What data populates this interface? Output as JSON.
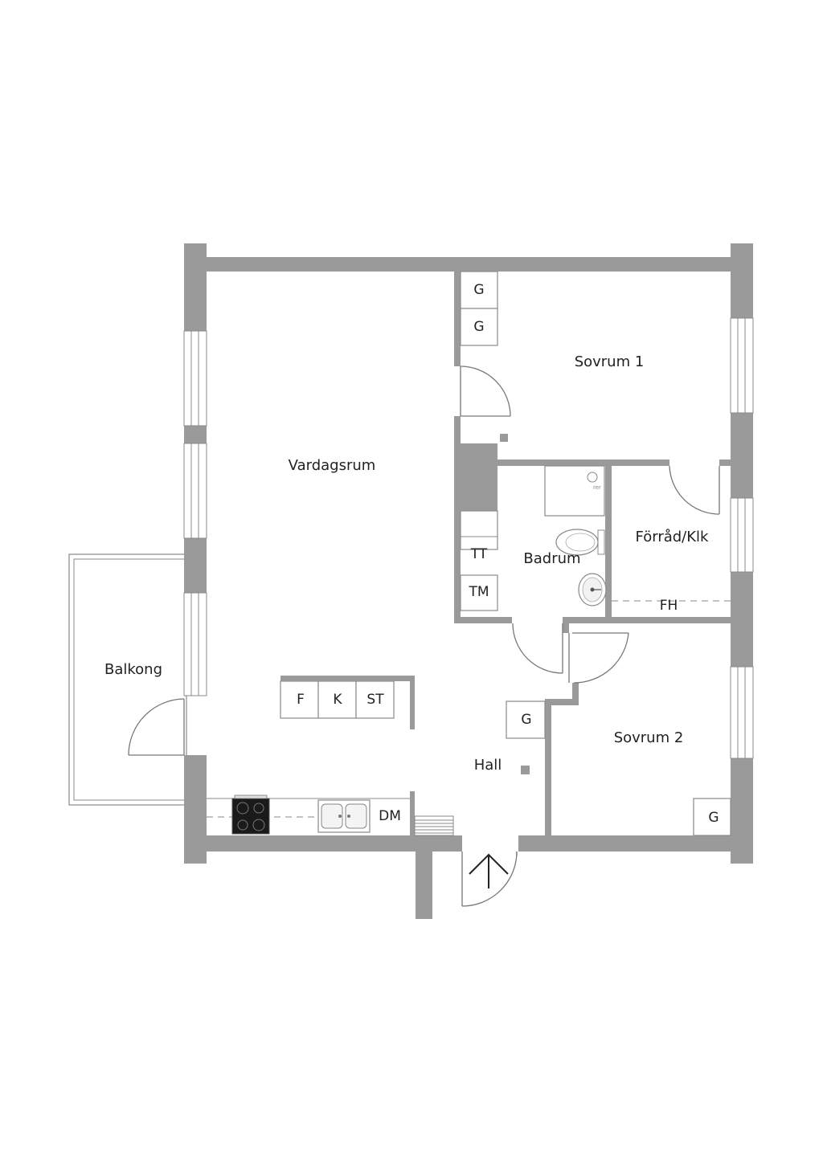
{
  "rooms": {
    "vardagsrum": "Vardagsrum",
    "sovrum1": "Sovrum 1",
    "sovrum2": "Sovrum 2",
    "badrum": "Badrum",
    "forrad": "Förråd/Klk",
    "hall": "Hall",
    "balkong": "Balkong"
  },
  "fixtures": {
    "wardrobe_s1_top": "G",
    "wardrobe_s1_bottom": "G",
    "wardrobe_hall": "G",
    "wardrobe_s2": "G",
    "tumble_dryer": "TT",
    "washing_machine": "TM",
    "floor_heater": "FH",
    "fridge": "F",
    "freezer": "K",
    "storage": "ST",
    "dishwasher": "DM"
  },
  "colors": {
    "wall": "#9a9a9a",
    "line": "#777777",
    "text": "#222222"
  }
}
